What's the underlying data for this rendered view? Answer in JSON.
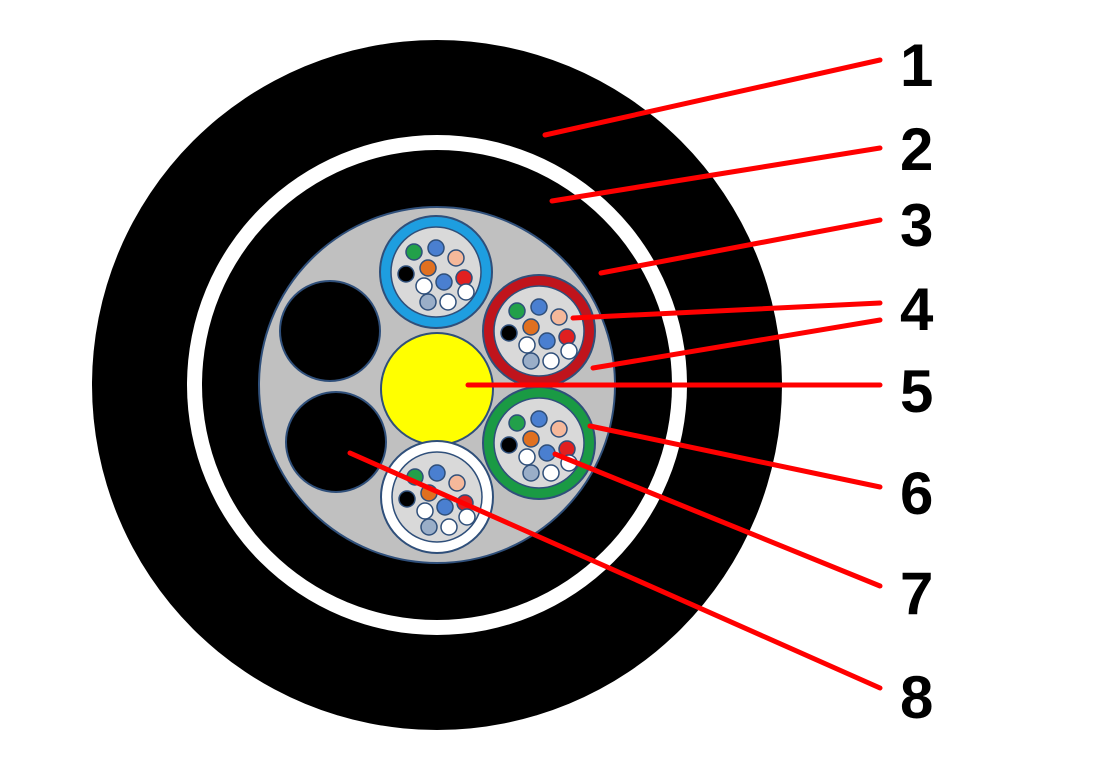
{
  "callouts": [
    {
      "number": "1"
    },
    {
      "number": "2"
    },
    {
      "number": "3"
    },
    {
      "number": "4"
    },
    {
      "number": "5"
    },
    {
      "number": "6"
    },
    {
      "number": "7"
    },
    {
      "number": "8"
    }
  ],
  "colors": {
    "background": "#ffffff",
    "outer_sheath": "#000000",
    "separator_ring": "#ffffff",
    "inner_sheath": "#000000",
    "core_filler": "#c0c0c0",
    "central_member": "#ffff00",
    "leader_lines": "#ff0000",
    "label_text": "#000000",
    "tube_blue": "#1e9ee0",
    "tube_red": "#c0141c",
    "tube_green": "#1a9a44",
    "tube_white": "#ffffff",
    "tube_interior": "#d9d9d9",
    "filler_rod": "#000000"
  },
  "fiber_colors": [
    "#22a04a",
    "#4a7fd0",
    "#f5b89a",
    "#000000",
    "#e07020",
    "#e02020",
    "#ffffff",
    "#4a7fd0",
    "#ffffff",
    "#9aaec8",
    "#ffffff"
  ]
}
